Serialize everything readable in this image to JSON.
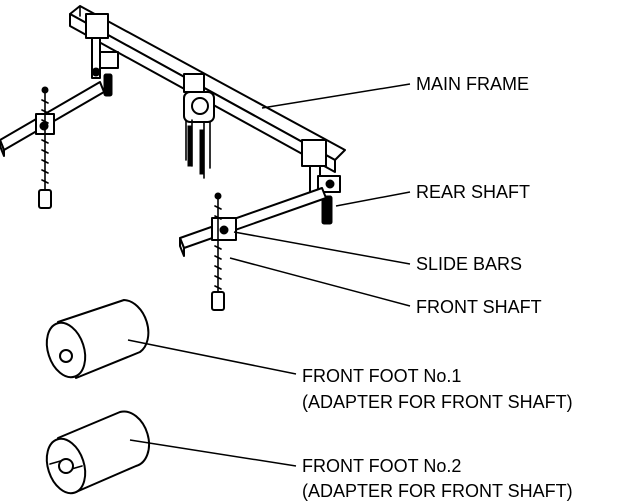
{
  "labels": {
    "main_frame": "MAIN FRAME",
    "rear_shaft": "REAR SHAFT",
    "slide_bars": "SLIDE BARS",
    "front_shaft": "FRONT SHAFT",
    "front_foot_1": "FRONT FOOT No.1",
    "front_foot_1_note": "(ADAPTER FOR FRONT SHAFT)",
    "front_foot_2": "FRONT FOOT No.2",
    "front_foot_2_note": "(ADAPTER FOR FRONT SHAFT)"
  },
  "colors": {
    "ink": "#000000",
    "paper": "#ffffff"
  }
}
